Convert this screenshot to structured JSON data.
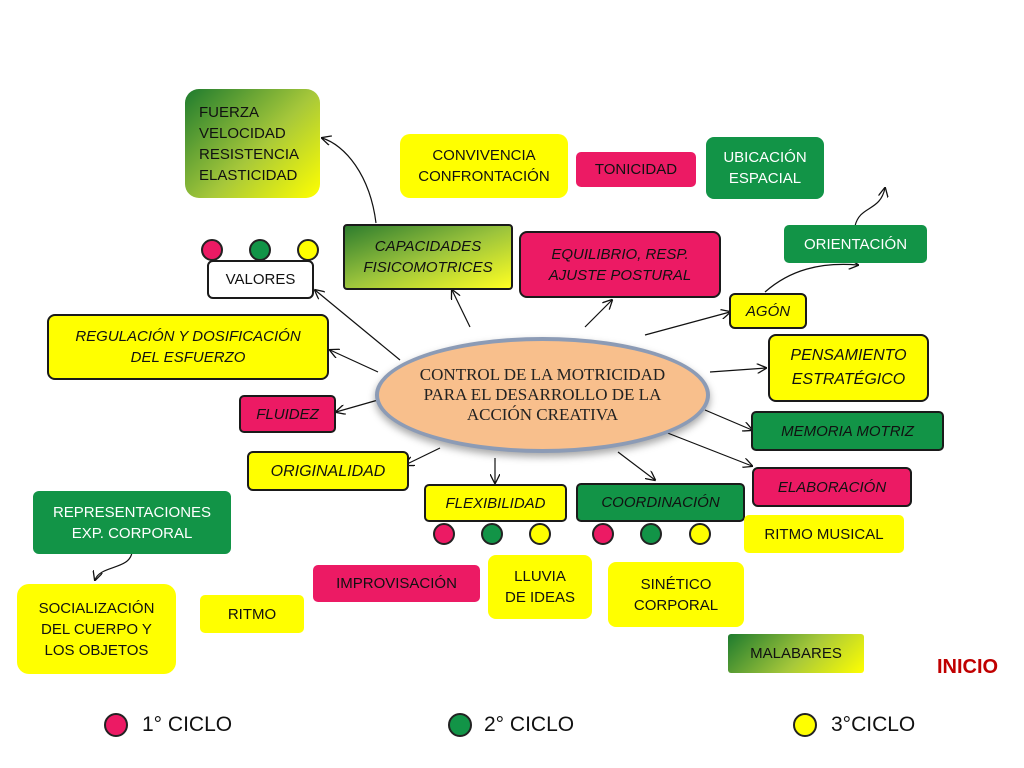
{
  "center": "CONTROL DE LA MOTRICIDAD\nPARA EL DESARROLLO DE LA\nACCIÓN CREATIVA",
  "nodes": {
    "fuerza": "FUERZA\nVELOCIDAD\nRESISTENCIA\nELASTICIDAD",
    "convivencia": "CONVIVENCIA\nCONFRONTACIÓN",
    "tonicidad": "TONICIDAD",
    "ubicacion": "UBICACIÓN\nESPACIAL",
    "capacidades": "CAPACIDADES\nFISICOMOTRICES",
    "equilibrio": "EQUILIBRIO, RESP.\nAJUSTE POSTURAL",
    "orientacion": "ORIENTACIÓN",
    "valores": "VALORES",
    "agon": "AGÓN",
    "regulacion": "REGULACIÓN Y DOSIFICACIÓN\nDEL ESFUERZO",
    "pensamiento": "PENSAMIENTO\nESTRATÉGICO",
    "fluidez": "FLUIDEZ",
    "memoria": "MEMORIA MOTRIZ",
    "originalidad": "ORIGINALIDAD",
    "elaboracion": "ELABORACIÓN",
    "flexibilidad": "FLEXIBILIDAD",
    "coordinacion": "COORDINACIÓN",
    "representaciones": "REPRESENTACIONES\nEXP. CORPORAL",
    "ritmo_musical": "RITMO MUSICAL",
    "improvisacion": "IMPROVISACIÓN",
    "lluvia": "LLUVIA\nDE IDEAS",
    "sinetico": "SINÉTICO\nCORPORAL",
    "socializacion": "SOCIALIZACIÓN\nDEL CUERPO Y\nLOS OBJETOS",
    "ritmo": "RITMO",
    "malabares": "MALABARES"
  },
  "legend": {
    "ciclo1": "1° CICLO",
    "ciclo2": "2° CICLO",
    "ciclo3": "3°CICLO"
  },
  "inicio": "INICIO",
  "colors": {
    "pink": "#ec1a64",
    "green": "#129447",
    "yellow": "#ffff00",
    "center": "#f8bf8c",
    "inicio": "#c00000"
  }
}
